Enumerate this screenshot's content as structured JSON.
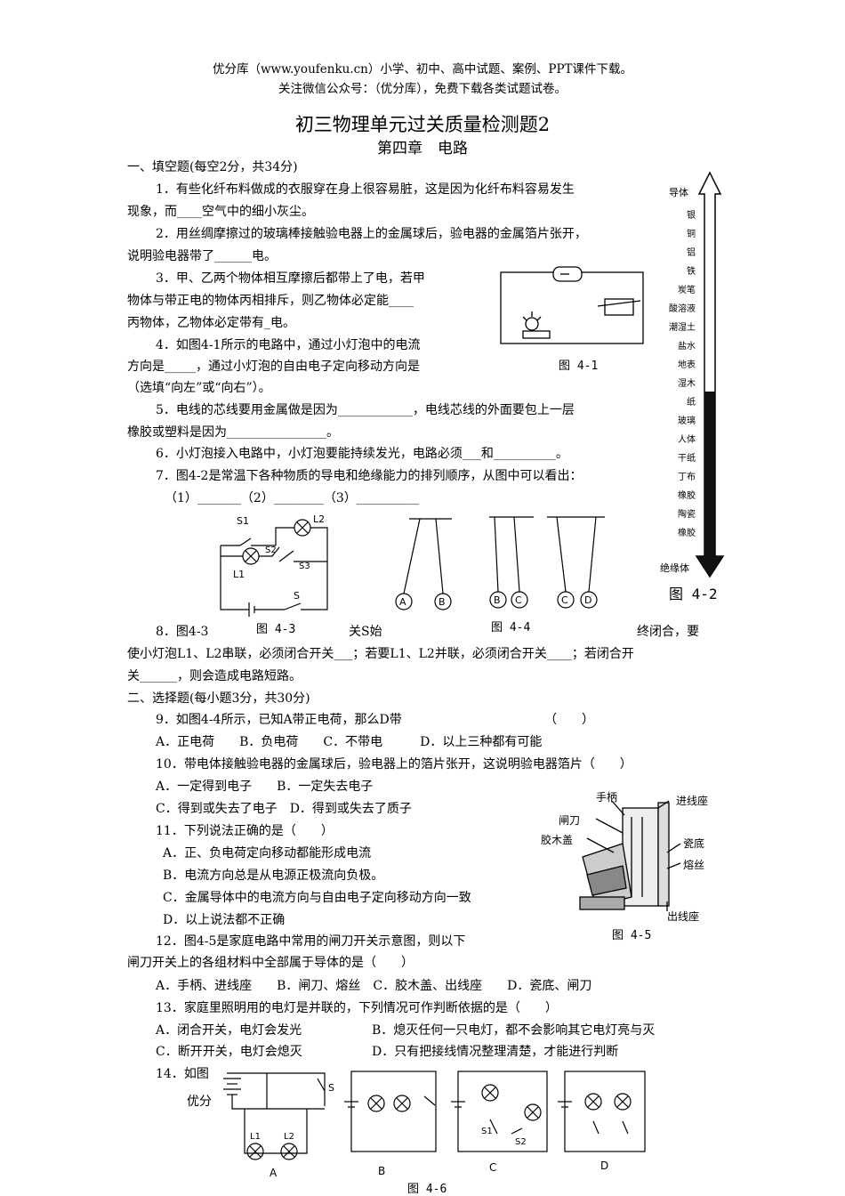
{
  "header": {
    "line1": "优分库（www.youfenku.cn）小学、初中、高中试题、案例、PPT课件下载。",
    "line2": "关注微信公众号：（优分库），免费下载各类试题试卷。"
  },
  "title": "初三物理单元过关质量检测题2",
  "subtitle": "第四章　电路",
  "lines": [
    "一、填空题(每空2分，共34分)",
    "1．有些化纤布料做成的衣服穿在身上很容易脏，这是因为化纤布料容易发生",
    "现象，而____空气中的细小灰尘。",
    "2．用丝绸摩擦过的玻璃棒接触验电器上的金属球后，验电器的金属箔片张开，",
    "说明验电器带了______电。",
    "3．甲、乙两个物体相互摩擦后都带上了电，若甲",
    "物体与带正电的物体丙相排斥，则乙物体必定能____",
    "丙物体，乙物体必定带有_电。",
    "4．如图4-1所示的电路中，通过小灯泡中的电流",
    "方向是_____，通过小灯泡的自由电子定向移动方向是",
    "（选填“向左”或“向右”）。",
    "5．电线的芯线要用金属做是因为____________，电线芯线的外面要包上一层",
    "橡胶或塑料是因为________________。",
    "6．小灯泡接入电路中，小灯泡要能持续发光，电路必须___和__________。",
    "7．图4-2是常温下各种物质的导电和绝缘能力的排列顺序，从图中可以看出：",
    "（1）_______（2）________（3）__________",
    "8．图4-3",
    "关S始",
    "终闭合，要",
    "使小灯泡L1、L2串联，必须闭合开关___；若要L1、L2并联，必须闭合开关____；若闭合开",
    "关______，则会造成电路短路。",
    "二、选择题(每小题3分，共30分)",
    "9．如图4-4所示，已知A带正电荷，那么D带",
    "（　　）",
    "A．正电荷　　B．负电荷　　C．不带电　　　D．以上三种都有可能",
    "10．带电体接触验电器的金属球后，验电器上的箔片张开，这说明验电器箔片（　　）",
    "A．一定得到电子　　B．一定失去电子",
    "C．得到或失去了电子　D．得到或失去了质子",
    "11．下列说法正确的是（　　）",
    "A．正、负电荷定向移动都能形成电流",
    "B．电流方向总是从电源正极流向负极。",
    "C．金属导体中的电流方向与自由电子定向移动方向一致",
    "D．以上说法都不正确",
    "12．图4-5是家庭电路中常用的闸刀开关示意图，则以下",
    "闸刀开关上的各组材料中全部属于导体的是（　　）",
    "A．手柄、进线座　　B．闸刀、熔丝　C．胶木盖、出线座　　D．瓷底、闸刀",
    "13．家庭里照明用的电灯是并联的，下列情况可作判断依据的是（　　）",
    "A．闭合开关，电灯会发光",
    "B．熄灭任何一只电灯，都不会影响其它电灯亮与灭",
    "C．断开开关，电灯会熄灭",
    "D．只有把接线情况整理清楚，才能进行判断",
    "14．如图",
    "优分"
  ],
  "fig41": {
    "caption": "图 4-1"
  },
  "fig42": {
    "caption": "图 4-2",
    "top_label": "导体",
    "bottom_label": "绝缘体",
    "materials": [
      "银",
      "铜",
      "铝",
      "铁",
      "炭笔",
      "酸溶液",
      "潮湿土",
      "盐水",
      "地表",
      "湿木",
      "纸",
      "玻璃",
      "人体",
      "干纸",
      "丁布",
      "橡胶",
      "陶瓷",
      "橡胶"
    ]
  },
  "fig43": {
    "caption": "图 4-3",
    "labels": [
      "S1",
      "L2",
      "S2",
      "S3",
      "L1",
      "S"
    ]
  },
  "fig44": {
    "caption": "图 4-4",
    "balls": [
      "A",
      "B",
      "B",
      "C",
      "C",
      "D"
    ]
  },
  "fig45": {
    "caption": "图 4-5",
    "labels": [
      "手柄",
      "进线座",
      "闸刀",
      "胶木盖",
      "瓷底",
      "熔丝",
      "出线座"
    ]
  },
  "fig46": {
    "caption": "图 4-6",
    "sub_labels": [
      "A",
      "B",
      "C",
      "D"
    ],
    "component_labels": [
      "S",
      "L1",
      "L2",
      "S1",
      "S2"
    ]
  }
}
